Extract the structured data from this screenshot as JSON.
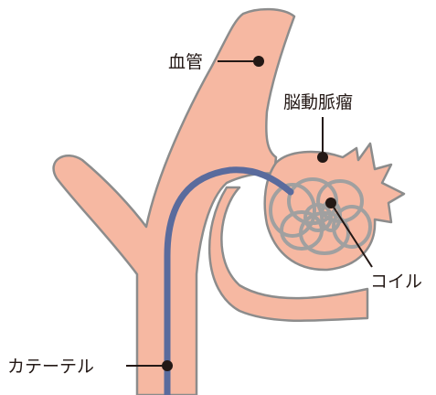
{
  "labels": {
    "vessel": "血管",
    "aneurysm": "脳動脈瘤",
    "coil": "コイル",
    "catheter": "カテーテル"
  },
  "colors": {
    "vessel_fill": "#f6b8a2",
    "vessel_stroke": "#8c8c8c",
    "catheter": "#5a6b9d",
    "coil": "#a0a0a0",
    "leader": "#231815",
    "text": "#231815"
  }
}
